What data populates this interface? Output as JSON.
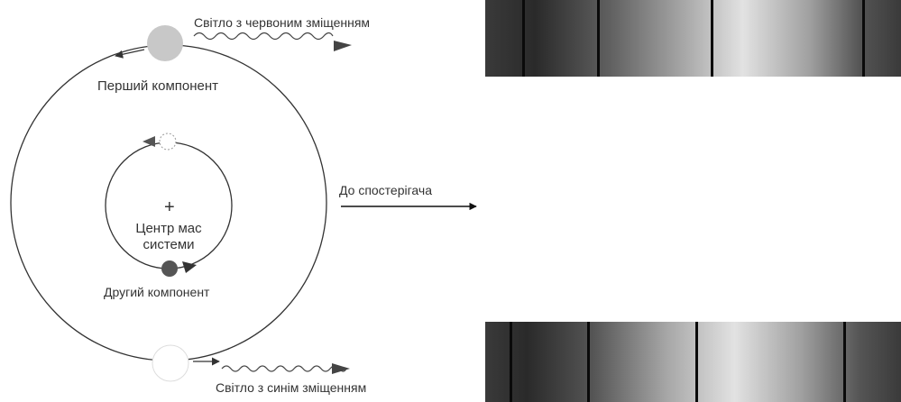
{
  "labels": {
    "red_shift_light": "Світло з червоним зміщенням",
    "first_component": "Перший компонент",
    "to_observer": "До спостерігача",
    "center_of_mass_line1": "Центр мас",
    "center_of_mass_line2": "системи",
    "second_component": "Другий компонент",
    "blue_shift_light": "Світло з синім зміщенням",
    "center_marker": "+"
  },
  "colors": {
    "primary_star": "#c8c8c8",
    "secondary_star": "#555555",
    "orbit_line": "#333333",
    "spectrum_dark": "#2e2e2e",
    "spectrum_light": "#e6e6e6",
    "absorption_line": "#0a0a0a"
  },
  "icons": {
    "star_primary": "filled-circle",
    "star_secondary": "filled-circle",
    "wave_arrow": "wavy-arrow",
    "observer_arrow": "arrow-right"
  }
}
